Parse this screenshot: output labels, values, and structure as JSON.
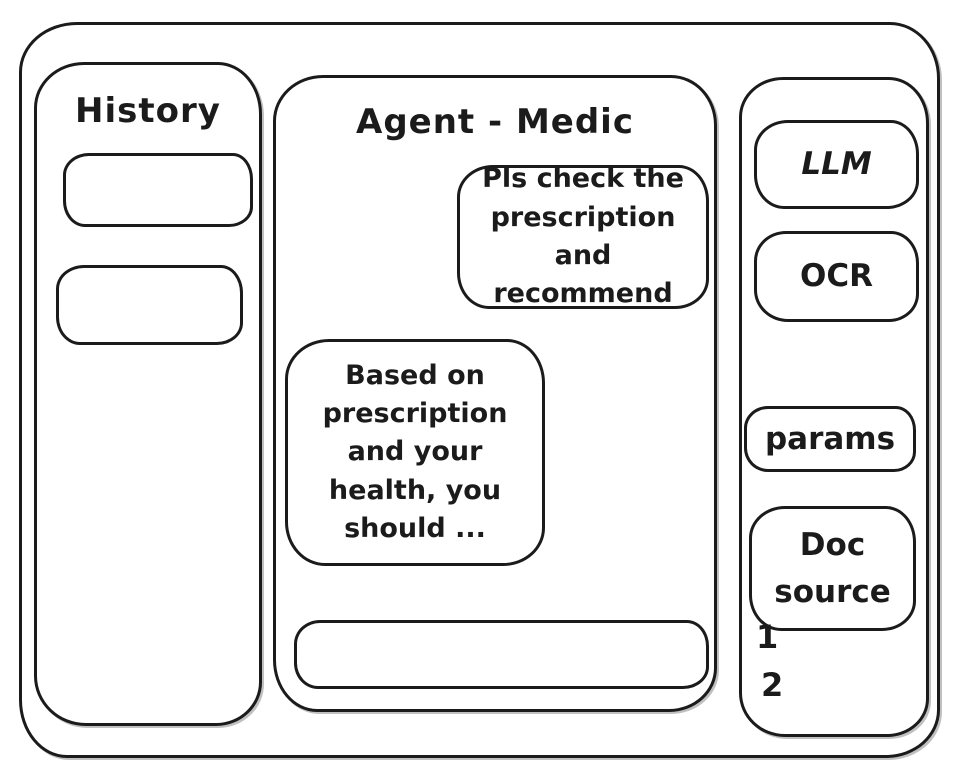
{
  "colors": {
    "stroke": "#1b1b1b",
    "background": "#ffffff"
  },
  "sidebar": {
    "title": "History",
    "items": [
      {
        "label": ""
      },
      {
        "label": ""
      }
    ]
  },
  "main": {
    "title": "Agent - Medic",
    "messages": [
      {
        "role": "user",
        "text": "Pls check the prescription and recommend"
      },
      {
        "role": "agent",
        "text": "Based on prescription and your health, you should ..."
      }
    ],
    "input": {
      "value": "",
      "placeholder": ""
    }
  },
  "right_panel": {
    "buttons": [
      {
        "label": "LLM"
      },
      {
        "label": "OCR"
      },
      {
        "label": "params"
      },
      {
        "label": "Doc source"
      }
    ],
    "source_items": [
      {
        "label": "1"
      },
      {
        "label": "2"
      }
    ]
  }
}
